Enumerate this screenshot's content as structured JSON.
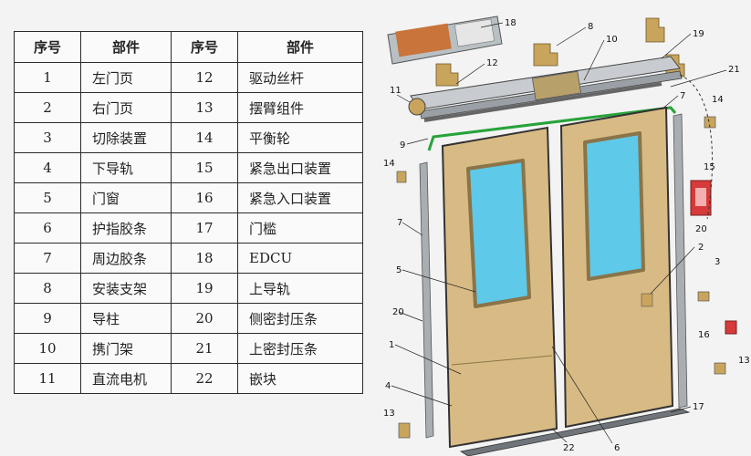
{
  "table": {
    "headers": [
      "序号",
      "部件",
      "序号",
      "部件"
    ],
    "rows": [
      {
        "no1": "1",
        "part1": "左门页",
        "no2": "12",
        "part2": "驱动丝杆"
      },
      {
        "no1": "2",
        "part1": "右门页",
        "no2": "13",
        "part2": "摆臂组件"
      },
      {
        "no1": "3",
        "part1": "切除装置",
        "no2": "14",
        "part2": "平衡轮"
      },
      {
        "no1": "4",
        "part1": "下导轨",
        "no2": "15",
        "part2": "紧急出口装置"
      },
      {
        "no1": "5",
        "part1": "门窗",
        "no2": "16",
        "part2": "紧急入口装置"
      },
      {
        "no1": "6",
        "part1": "护指胶条",
        "no2": "17",
        "part2": "门槛"
      },
      {
        "no1": "7",
        "part1": "周边胶条",
        "no2": "18",
        "part2": "EDCU"
      },
      {
        "no1": "8",
        "part1": "安装支架",
        "no2": "19",
        "part2": "上导轨"
      },
      {
        "no1": "9",
        "part1": "导柱",
        "no2": "20",
        "part2": "侧密封压条"
      },
      {
        "no1": "10",
        "part1": "携门架",
        "no2": "21",
        "part2": "上密封压条"
      },
      {
        "no1": "11",
        "part1": "直流电机",
        "no2": "22",
        "part2": "嵌块"
      }
    ]
  },
  "diagram": {
    "callouts": [
      "18",
      "8",
      "10",
      "19",
      "12",
      "21",
      "11",
      "7",
      "14",
      "9",
      "14",
      "15",
      "7",
      "20",
      "2",
      "5",
      "3",
      "20",
      "1",
      "16",
      "4",
      "13",
      "17",
      "13",
      "22",
      "6"
    ]
  },
  "colors": {
    "door_panel": "#d8bb84",
    "window": "#5ec9e8",
    "seal_green": "#27a33a",
    "frame_grey": "#a9aeb2",
    "edcu_orange": "#c8743a",
    "emergency_red": "#d63a3a"
  }
}
